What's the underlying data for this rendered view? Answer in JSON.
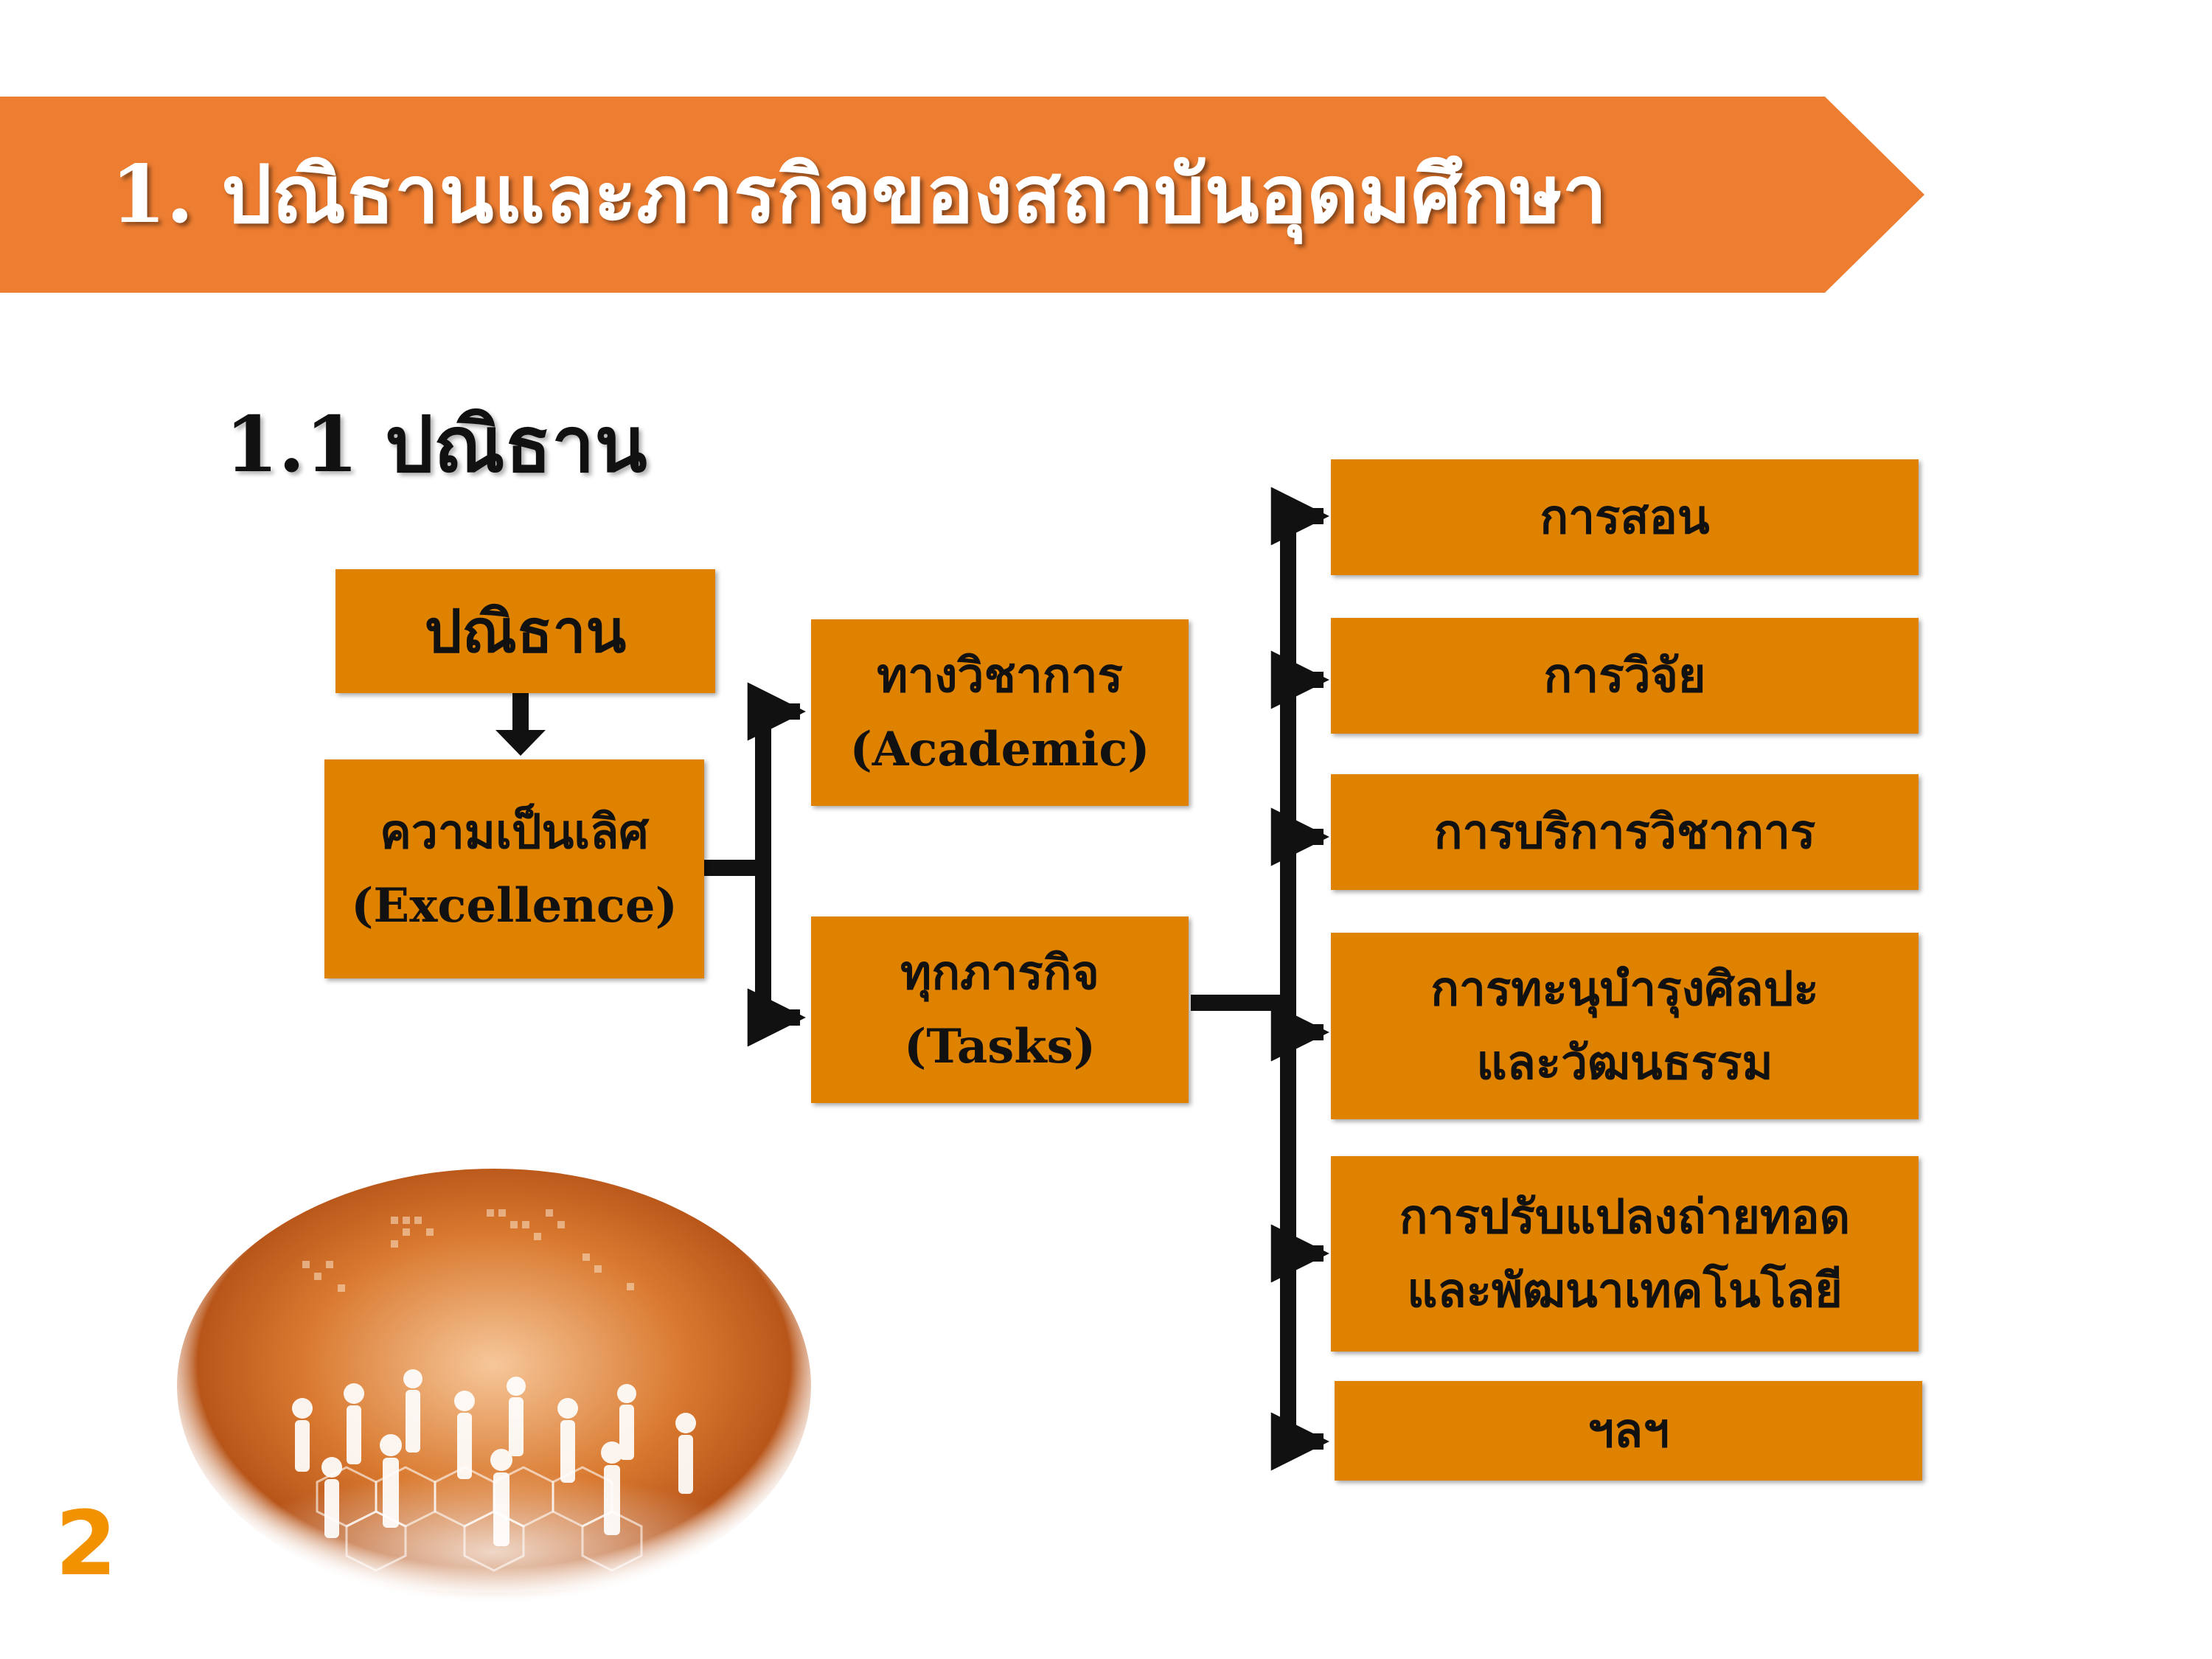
{
  "slide": {
    "title": "1. ปณิธานและภารกิจของสถาบันอุดมศึกษา",
    "subheading": "1.1 ปณิธาน",
    "page_number": "2"
  },
  "diagram": {
    "root": {
      "label": "ปณิธาน"
    },
    "excellence": {
      "line1": "ความเป็นเลิศ",
      "line2": "(Excellence)"
    },
    "academic": {
      "line1": "ทางวิชาการ",
      "line2": "(Academic)"
    },
    "tasks": {
      "line1": "ทุกภารกิจ",
      "line2": "(Tasks)"
    },
    "missions": [
      {
        "line1": "การสอน"
      },
      {
        "line1": "การวิจัย"
      },
      {
        "line1": "การบริการวิชาการ"
      },
      {
        "line1": "การทะนุบำรุงศิลปะ",
        "line2": "และวัฒนธรรม"
      },
      {
        "line1": "การปรับแปลงถ่ายทอด",
        "line2": "และพัฒนาเทคโนโลยี"
      },
      {
        "line1": "ฯลฯ"
      }
    ]
  },
  "colors": {
    "banner": "#ED7D31",
    "box": "#DE8200",
    "connector": "#111111",
    "page_number": "#F39200"
  },
  "images": {
    "globe": "world-map-network-people-illustration"
  }
}
